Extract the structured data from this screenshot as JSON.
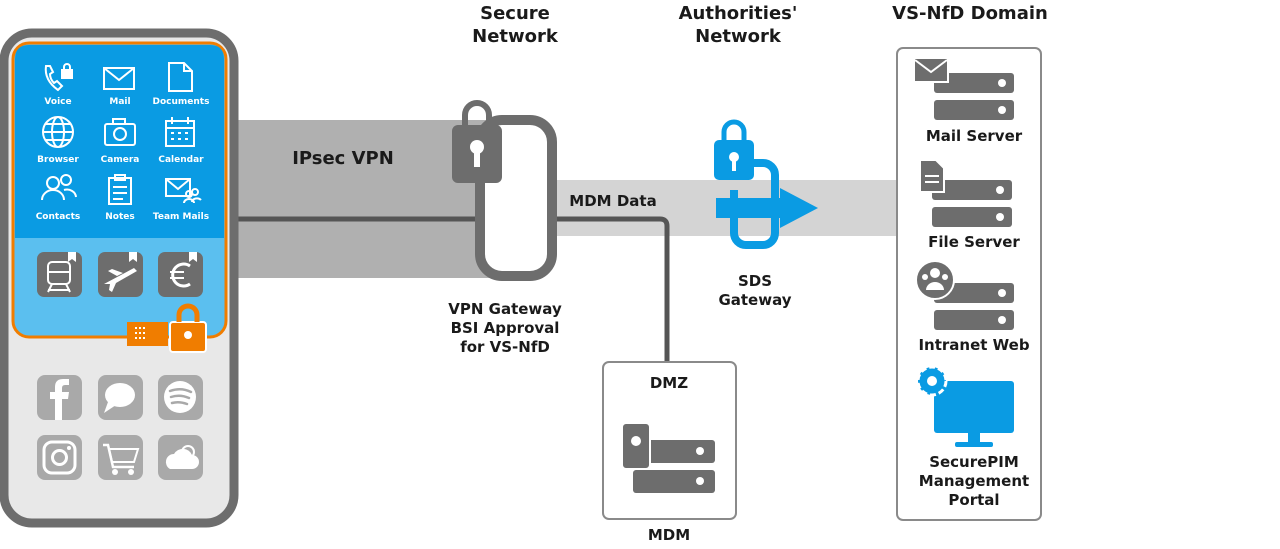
{
  "headers": {
    "secure_network": [
      "Secure",
      "Network"
    ],
    "authorities_network": [
      "Authorities'",
      "Network"
    ],
    "domain": "VS-NfD Domain"
  },
  "tunnel": {
    "ipsec": "IPsec VPN",
    "mdm_data": "MDM Data"
  },
  "vpn_gateway": [
    "VPN Gateway",
    "BSI Approval",
    "for VS-NfD"
  ],
  "sds_gateway": [
    "SDS",
    "Gateway"
  ],
  "dmz": {
    "title": "DMZ",
    "caption": "MDM"
  },
  "phone": {
    "secure_apps": [
      "Voice",
      "Mail",
      "Documents",
      "Browser",
      "Camera",
      "Calendar",
      "Contacts",
      "Notes",
      "Team Mails"
    ],
    "private_apps": [
      "facebook-icon",
      "chat-icon",
      "spotify-icon",
      "instagram-icon",
      "shopping-cart-icon",
      "cloud-icon"
    ]
  },
  "servers": {
    "mail": "Mail Server",
    "file": "File Server",
    "intranet": "Intranet Web",
    "securepim": [
      "SecurePIM",
      "Management",
      "Portal"
    ]
  },
  "colors": {
    "accent_blue": "#0a9be3",
    "light_blue": "#5bbfef",
    "orange": "#f07d00",
    "gray_dark": "#6d6d6d",
    "gray_tunnel": "#b0b0b0",
    "gray_light": "#d4d4d4"
  }
}
